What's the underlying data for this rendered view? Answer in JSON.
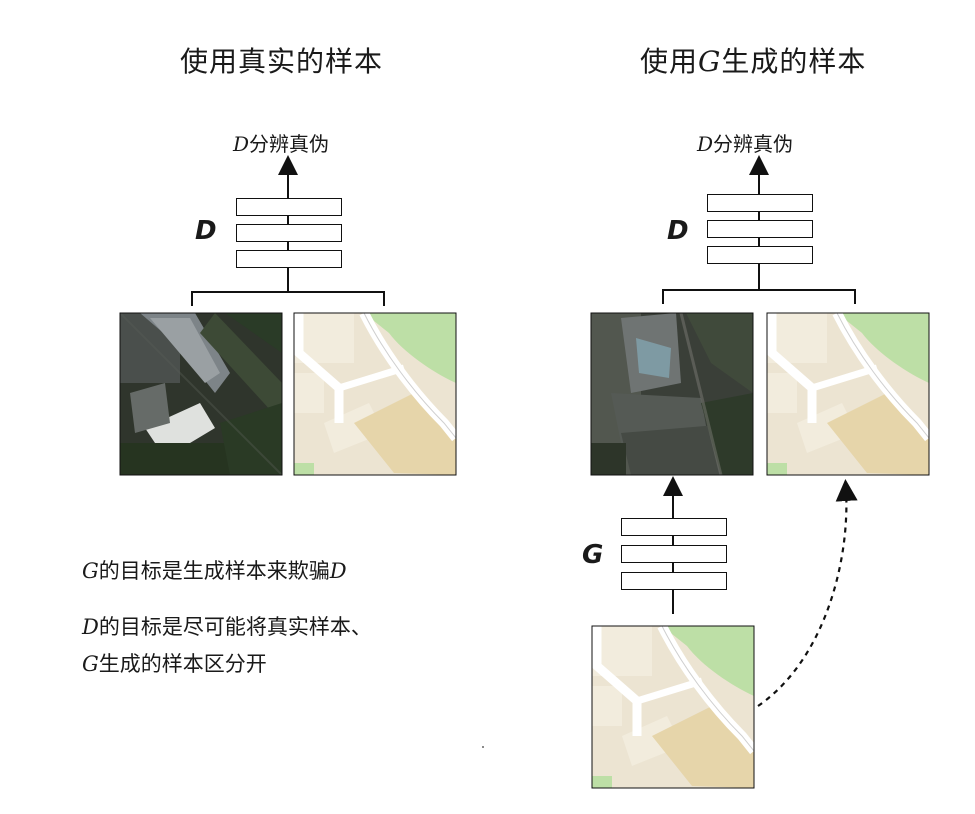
{
  "left_panel": {
    "title": "使用真实的样本",
    "output_symbol": "D",
    "output_text": "分辨真伪",
    "network_label": "D"
  },
  "right_panel": {
    "title_prefix": "使用",
    "title_symbol": "G",
    "title_suffix": "生成的样本",
    "output_symbol": "D",
    "output_text": "分辨真伪",
    "discriminator_label": "D",
    "generator_label": "G"
  },
  "notes": {
    "line1_prefix": "G",
    "line1_text": "的目标是生成样本来欺骗",
    "line1_suffix": "D",
    "line2_prefix": "D",
    "line2_text": "的目标是尽可能将真实样本、",
    "line3_prefix": "G",
    "line3_text": "生成的样本区分开"
  },
  "colors": {
    "ink": "#111111",
    "map_background": "#ece4d2",
    "map_road": "#ffffff",
    "map_park": "#b9dca0",
    "map_sand": "#e8d9b2",
    "aerial_dark": "#2c3328"
  },
  "icons": [
    "satellite-image",
    "map-image",
    "up-arrow",
    "dashed-curved-arrow"
  ]
}
